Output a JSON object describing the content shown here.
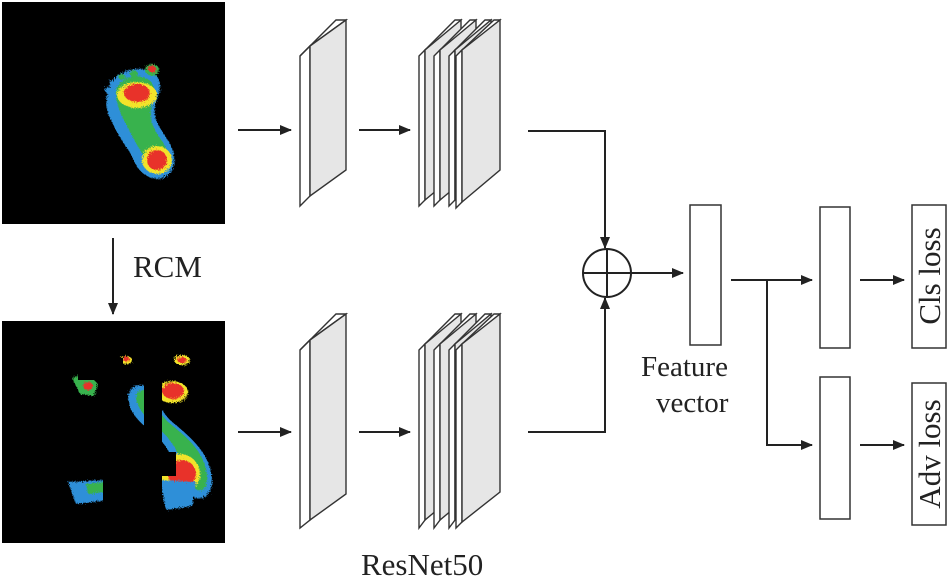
{
  "labels": {
    "rcm": "RCM",
    "backbone": "ResNet50",
    "feature_line1": "Feature",
    "feature_line2": "vector",
    "cls_loss": "Cls loss",
    "adv_loss": "Adv loss"
  },
  "inputs": {
    "original": "footprint-pressure-image",
    "masked": "rcm-masked-footprint-image"
  },
  "fusion_symbol": "circle-plus",
  "colors": {
    "image_background": "#000000",
    "line": "#222222",
    "plate_face": "#e6e6e6",
    "plate_edge": "#ffffff",
    "pressure_high": "#e8312a",
    "pressure_mid": "#f2e32b",
    "pressure_low": "#37b24d",
    "pressure_min": "#2f8fd8"
  }
}
